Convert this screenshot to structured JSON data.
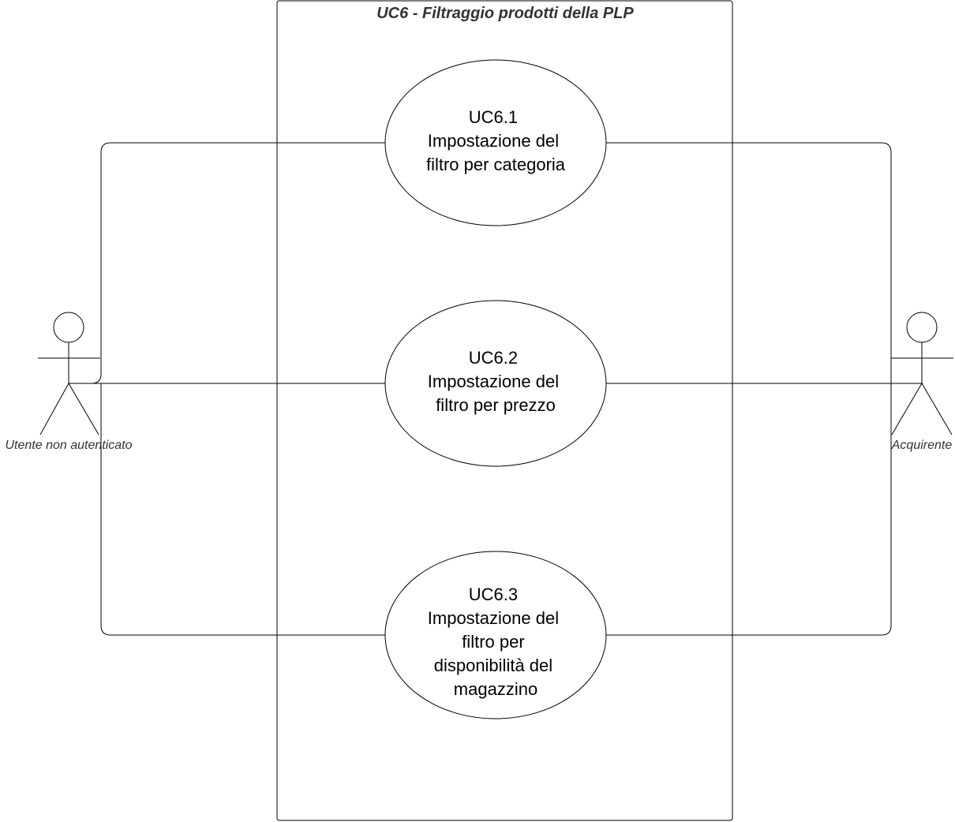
{
  "system": {
    "title": "UC6 - Filtraggio prodotti della PLP"
  },
  "use_cases": [
    {
      "id": "UC6.1",
      "lines": [
        "UC6.1",
        "Impostazione del",
        "filtro per categoria"
      ]
    },
    {
      "id": "UC6.2",
      "lines": [
        "UC6.2",
        "Impostazione del",
        "filtro per prezzo"
      ]
    },
    {
      "id": "UC6.3",
      "lines": [
        "UC6.3",
        "Impostazione del",
        "filtro per",
        "disponibilità del",
        "magazzino"
      ]
    }
  ],
  "actors": {
    "left": {
      "label": "Utente non autenticato"
    },
    "right": {
      "label": "Acquirente"
    }
  },
  "colors": {
    "stroke": "#000000",
    "background": "#ffffff",
    "title_text": "#333333"
  }
}
